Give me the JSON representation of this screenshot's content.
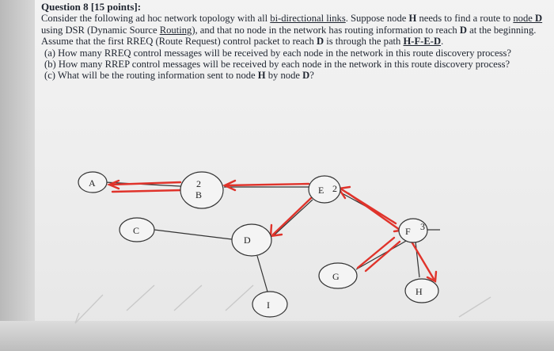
{
  "question": {
    "title": "Question 8 [15 points]:",
    "intro": [
      "Consider the following ad hoc network topology with all ",
      "bi-directional links",
      ". Suppose node ",
      "H",
      " needs to find a route to ",
      "node ",
      "D",
      " using DSR (Dynamic Source ",
      "Routing",
      "), and that no node in the network has routing information to reach ",
      "D",
      " at the beginning. Assume that the first RREQ (Route Request) control packet to reach ",
      "D",
      " is through the path ",
      "H-F-E-D",
      "."
    ],
    "parts": [
      {
        "label": "(a)",
        "text": "How many RREQ control messages will be received by each node in the network in this route discovery process?"
      },
      {
        "label": "(b)",
        "text": "How many RREP control messages will be received by each node in the network in this route discovery process?"
      },
      {
        "label": "(c)",
        "text_before": "What will be the routing information sent to node ",
        "bold": "H",
        "text_mid": " by node ",
        "bold2": "D",
        "text_after": "?"
      }
    ]
  },
  "diagram": {
    "nodes": [
      {
        "id": "A",
        "label": "A",
        "annotation": ""
      },
      {
        "id": "B",
        "label": "B",
        "annotation": "2"
      },
      {
        "id": "C",
        "label": "C",
        "annotation": ""
      },
      {
        "id": "D",
        "label": "D",
        "annotation": ""
      },
      {
        "id": "E",
        "label": "E",
        "annotation": "2"
      },
      {
        "id": "F",
        "label": "F",
        "annotation": "3"
      },
      {
        "id": "G",
        "label": "G",
        "annotation": ""
      },
      {
        "id": "H",
        "label": "H",
        "annotation": ""
      },
      {
        "id": "I",
        "label": "I",
        "annotation": ""
      }
    ],
    "colors": {
      "arrow": "#e0332b",
      "line": "#333333",
      "node_fill": "#f4f4f4"
    }
  }
}
